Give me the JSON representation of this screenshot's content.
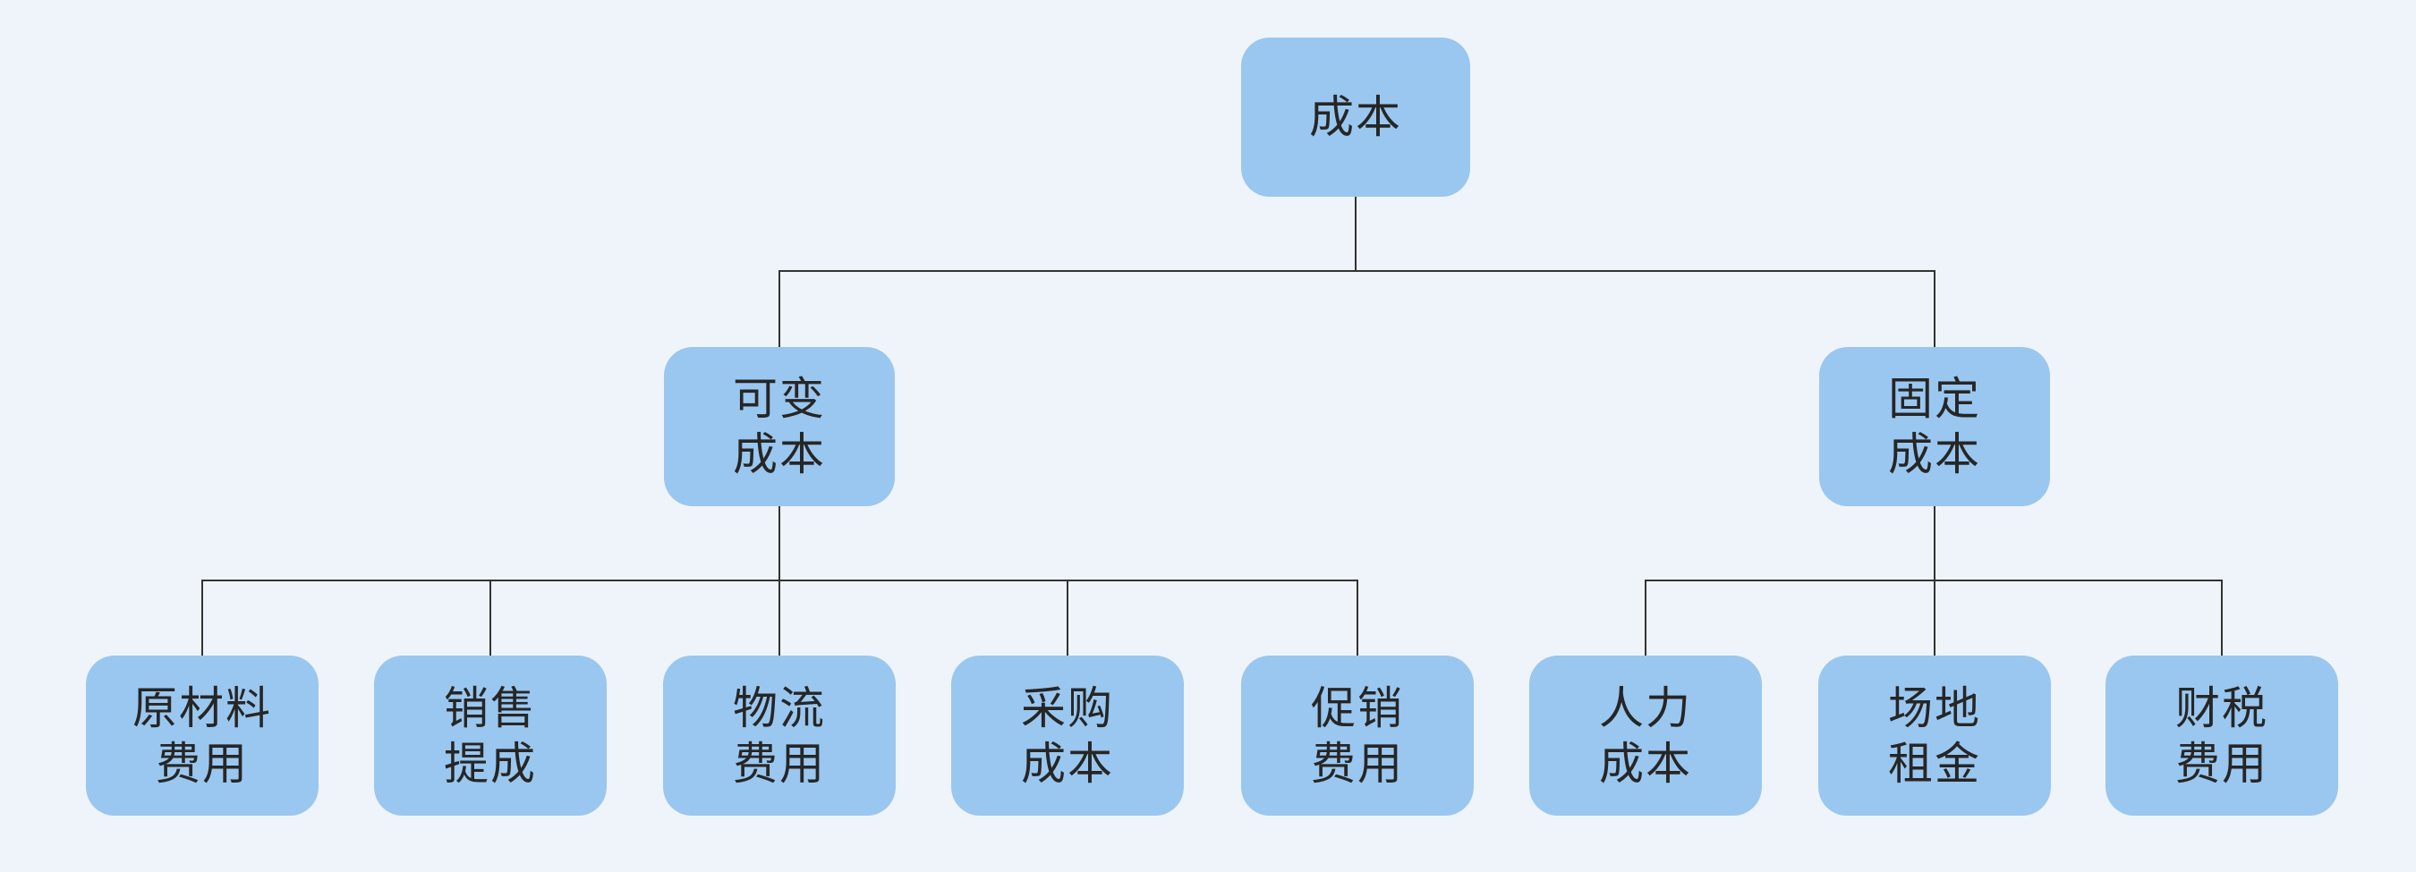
{
  "colors": {
    "background": "#eff4fb",
    "node_fill": "#9ac7ef",
    "node_text": "#262626",
    "connector": "#333333"
  },
  "nodes": {
    "cost": {
      "label": "成本"
    },
    "variable_cost": {
      "line1": "可变",
      "line2": "成本"
    },
    "fixed_cost": {
      "line1": "固定",
      "line2": "成本"
    },
    "raw_material_expense": {
      "line1": "原材料",
      "line2": "费用"
    },
    "sales_commission": {
      "line1": "销售",
      "line2": "提成"
    },
    "logistics_expense": {
      "line1": "物流",
      "line2": "费用"
    },
    "procurement_cost": {
      "line1": "采购",
      "line2": "成本"
    },
    "promotion_expense": {
      "line1": "促销",
      "line2": "费用"
    },
    "labor_cost": {
      "line1": "人力",
      "line2": "成本"
    },
    "venue_rent": {
      "line1": "场地",
      "line2": "租金"
    },
    "finance_tax_expense": {
      "line1": "财税",
      "line2": "费用"
    }
  },
  "hierarchy": {
    "成本": [
      "可变成本",
      "固定成本"
    ],
    "可变成本": [
      "原材料费用",
      "销售提成",
      "物流费用",
      "采购成本",
      "促销费用"
    ],
    "固定成本": [
      "人力成本",
      "场地租金",
      "财税费用"
    ]
  }
}
